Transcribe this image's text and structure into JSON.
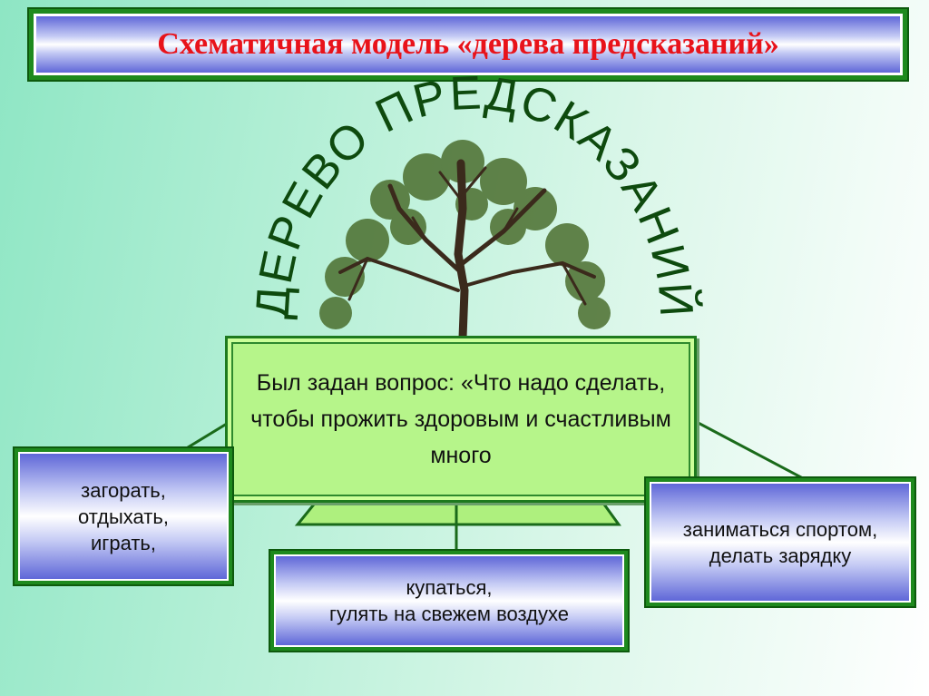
{
  "title": "Схематичная модель «дерева предсказаний»",
  "tree_label": "ДЕРЕВО ПРЕДСКАЗАНИЙ",
  "question": "Был задан вопрос: «Что надо сделать, чтобы прожить здоровым и счастливым много",
  "answers": {
    "left": [
      "загорать,",
      "отдыхать,",
      "играть,"
    ],
    "center": [
      "купаться,",
      "гулять на свежем воздухе"
    ],
    "right": [
      "заниматься спортом,",
      "делать  зарядку"
    ]
  },
  "colors": {
    "title_text": "#e8131a",
    "frame_green": "#1e8a1e",
    "arc_text": "#0e4a0e",
    "question_fill": "#b6f58a"
  }
}
